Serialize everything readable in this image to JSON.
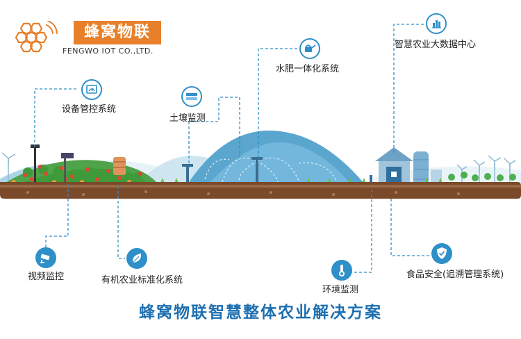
{
  "logo": {
    "name": "蜂窝物联",
    "english": "FENGWO IOT  CO.,LTD.",
    "brand_color": "#e8802a"
  },
  "labels": {
    "equipment": "设备管控系统",
    "soil": "土壤监测",
    "water_fertilizer": "水肥一体化系统",
    "big_data": "智慧农业大数据中心",
    "video": "视频监控",
    "organic": "有机农业标准化系统",
    "environment": "环境监测",
    "food_safety": "食品安全(追溯管理系统)"
  },
  "icons": {
    "equipment": "monitor-gauge-icon",
    "soil": "soil-sensor-icon",
    "water_fertilizer": "watering-can-icon",
    "big_data": "bar-chart-icon",
    "video": "cctv-camera-icon",
    "organic": "leaf-icon",
    "environment": "thermometer-icon",
    "food_safety": "shield-check-icon"
  },
  "title": "蜂窝物联智慧整体农业解决方案",
  "colors": {
    "accent": "#2f8fc8",
    "title": "#1e6fb0",
    "soil": "#7b4a2a",
    "plant": "#3f9b3a",
    "greenhouse": "#5aa6cf"
  }
}
